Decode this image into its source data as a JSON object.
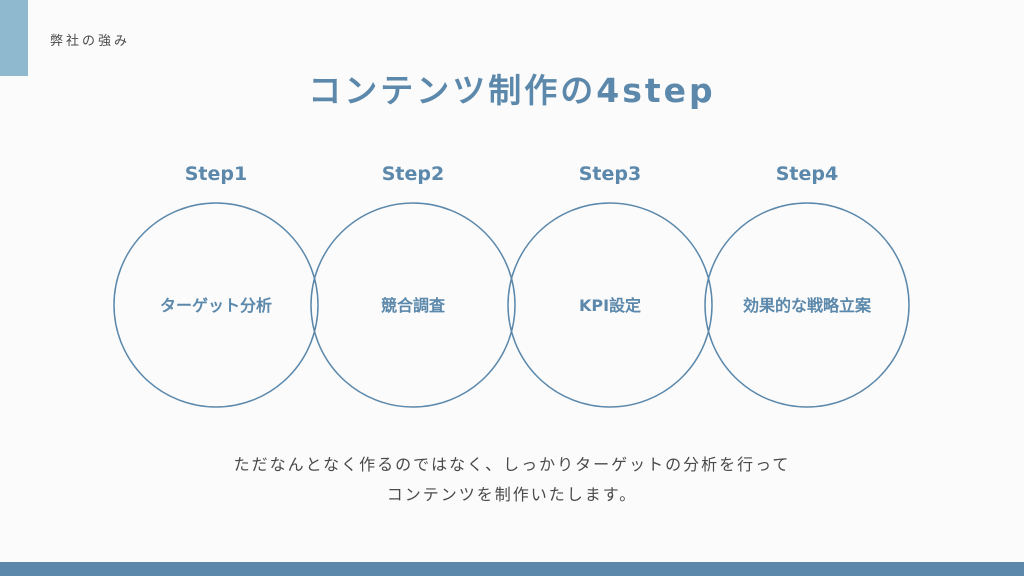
{
  "header": {
    "section_label": "弊社の強み"
  },
  "title": "コンテンツ制作の4step",
  "steps": [
    {
      "label": "Step1",
      "text": "ターゲット分析"
    },
    {
      "label": "Step2",
      "text": "競合調査"
    },
    {
      "label": "Step3",
      "text": "KPI設定"
    },
    {
      "label": "Step4",
      "text": "効果的な戦略立案"
    }
  ],
  "description": {
    "line1": "ただなんとなく作るのではなく、しっかりターゲットの分析を行って",
    "line2": "コンテンツを制作いたします。"
  },
  "colors": {
    "accent": "#5b88ab",
    "accent_light": "#8fb9cf",
    "background": "#fbfbfb",
    "text": "#4a4a4a"
  }
}
